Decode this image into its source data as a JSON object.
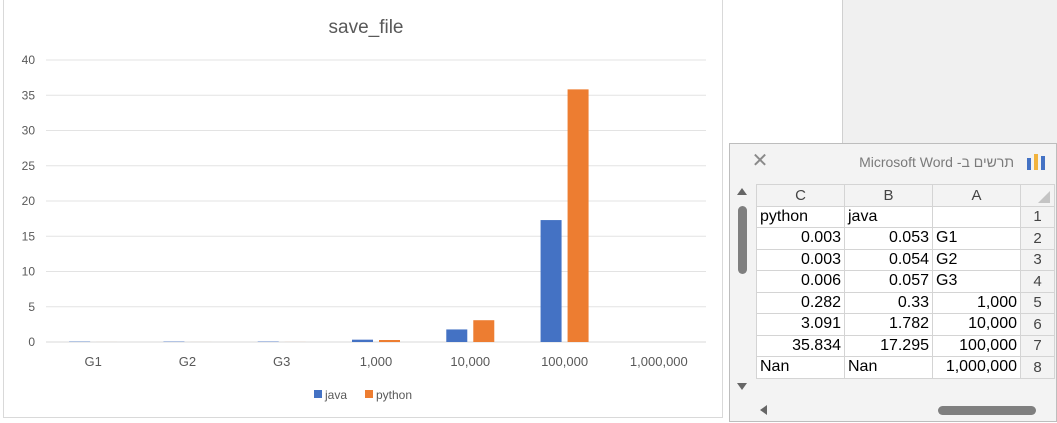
{
  "chart_data": {
    "type": "bar",
    "title": "save_file",
    "categories": [
      "G1",
      "G2",
      "G3",
      "1,000",
      "10,000",
      "100,000",
      "1,000,000"
    ],
    "series": [
      {
        "name": "java",
        "color": "#4472c4",
        "values": [
          0.053,
          0.054,
          0.057,
          0.33,
          1.782,
          17.295,
          null
        ]
      },
      {
        "name": "python",
        "color": "#ed7d31",
        "values": [
          0.003,
          0.003,
          0.006,
          0.282,
          3.091,
          35.834,
          null
        ]
      }
    ],
    "ylim": [
      0,
      40
    ],
    "yticks": [
      "0",
      "5",
      "10",
      "15",
      "20",
      "25",
      "30",
      "35",
      "40"
    ],
    "grid": true,
    "legend_position": "bottom"
  },
  "window": {
    "title": "תרשים ב- Microsoft Word",
    "close_icon": "close-icon",
    "chart_icon": "chart-icon"
  },
  "sheet": {
    "columns": [
      "C",
      "B",
      "A"
    ],
    "rows": [
      {
        "num": "1",
        "c": "python",
        "b": "java",
        "a": ""
      },
      {
        "num": "2",
        "c": "0.003",
        "b": "0.053",
        "a": "G1"
      },
      {
        "num": "3",
        "c": "0.003",
        "b": "0.054",
        "a": "G2"
      },
      {
        "num": "4",
        "c": "0.006",
        "b": "0.057",
        "a": "G3"
      },
      {
        "num": "5",
        "c": "0.282",
        "b": "0.33",
        "a": "1,000"
      },
      {
        "num": "6",
        "c": "3.091",
        "b": "1.782",
        "a": "10,000"
      },
      {
        "num": "7",
        "c": "35.834",
        "b": "17.295",
        "a": "100,000"
      },
      {
        "num": "8",
        "c": "Nan",
        "b": "Nan",
        "a": "1,000,000"
      }
    ]
  }
}
